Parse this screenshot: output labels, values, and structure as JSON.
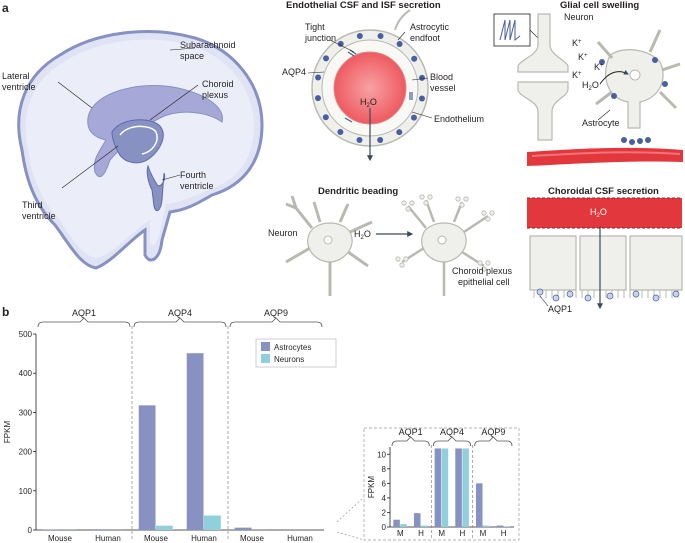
{
  "panel_labels": {
    "a": "a",
    "b": "b"
  },
  "brain": {
    "subarachnoid": [
      "Subarachnoid",
      "space"
    ],
    "lateral": [
      "Lateral",
      "ventricle"
    ],
    "choroid": [
      "Choroid",
      "plexus"
    ],
    "third": [
      "Third",
      "ventricle"
    ],
    "fourth": [
      "Fourth",
      "ventricle"
    ]
  },
  "endothelial": {
    "title": "Endothelial CSF and ISF secretion",
    "tight_junction": [
      "Tight",
      "junction"
    ],
    "astrocytic_endfoot": [
      "Astrocytic",
      "endfoot"
    ],
    "aqp4": "AQP4",
    "blood_vessel": [
      "Blood",
      "vessel"
    ],
    "endothelium": "Endothelium",
    "water": "H",
    "water_sub": "2",
    "water_o": "O"
  },
  "glial": {
    "title": "Glial cell swelling",
    "neuron": "Neuron",
    "k_ions": [
      "K",
      "K",
      "K",
      "K"
    ],
    "k_sup": "+",
    "water": "H",
    "water_sub": "2",
    "water_o": "O",
    "astrocyte": "Astrocyte"
  },
  "dendritic": {
    "title": "Dendritic beading",
    "neuron": "Neuron",
    "water": "H",
    "water_sub": "2",
    "water_o": "O"
  },
  "choroidal": {
    "title": "Choroidal CSF secretion",
    "water": "H",
    "water_sub": "2",
    "water_o": "O",
    "epithelial": [
      "Choroid plexus",
      "epithelial cell"
    ],
    "aqp1": "AQP1"
  },
  "colors": {
    "astrocytes": "#8791c2",
    "neurons": "#8fd0dc",
    "ventricle": "#a6a8d8",
    "brain_fill": "#dfe3f3",
    "cell_fill": "#efefeb",
    "blood": "#e2373c",
    "blood_light": "#f27378",
    "dot": "#4a5f9f"
  },
  "chart_data": [
    {
      "type": "bar",
      "title": "",
      "xlabel": "",
      "ylabel": "FPKM",
      "ylim": [
        0,
        500
      ],
      "yticks": [
        0,
        100,
        200,
        300,
        400,
        500
      ],
      "groups": [
        "AQP1",
        "AQP4",
        "AQP9"
      ],
      "categories": [
        "Mouse",
        "Human",
        "Mouse",
        "Human",
        "Mouse",
        "Human"
      ],
      "series": [
        {
          "name": "Astrocytes",
          "values": [
            1.0,
            1.9,
            318,
            451,
            6.0,
            0.2
          ]
        },
        {
          "name": "Neurons",
          "values": [
            0.4,
            0.2,
            11,
            37,
            0.2,
            0.1
          ]
        }
      ],
      "legend": "top-right",
      "grid": false
    },
    {
      "type": "bar",
      "title": "",
      "xlabel": "",
      "ylabel": "FPKM",
      "ylim": [
        0,
        11
      ],
      "yticks": [
        0,
        2,
        4,
        6,
        8,
        10
      ],
      "groups": [
        "AQP1",
        "AQP4",
        "AQP9"
      ],
      "categories": [
        "M",
        "H",
        "M",
        "H",
        "M",
        "H"
      ],
      "series": [
        {
          "name": "Astrocytes",
          "values": [
            1.0,
            1.9,
            10.8,
            10.8,
            6.0,
            0.2
          ]
        },
        {
          "name": "Neurons",
          "values": [
            0.4,
            0.2,
            10.8,
            10.8,
            0.2,
            0.1
          ]
        }
      ],
      "legend": "none",
      "grid": false
    }
  ]
}
